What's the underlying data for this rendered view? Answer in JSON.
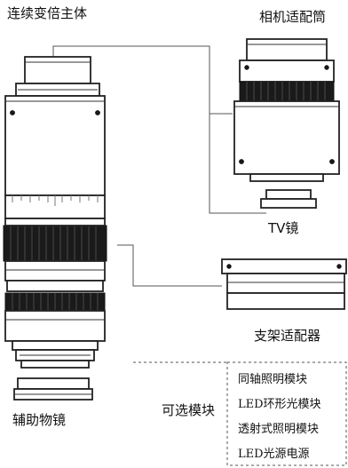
{
  "labels": {
    "main_body": "连续变倍主体",
    "camera_adapter": "相机适配筒",
    "tv_lens": "TV镜",
    "stand_adapter": "支架适配器",
    "aux_lens": "辅助物镜",
    "optional_modules": "可选模块"
  },
  "option_items": [
    "同轴照明模块",
    "LED环形光模块",
    "透射式照明模块",
    "LED光源电源"
  ]
}
